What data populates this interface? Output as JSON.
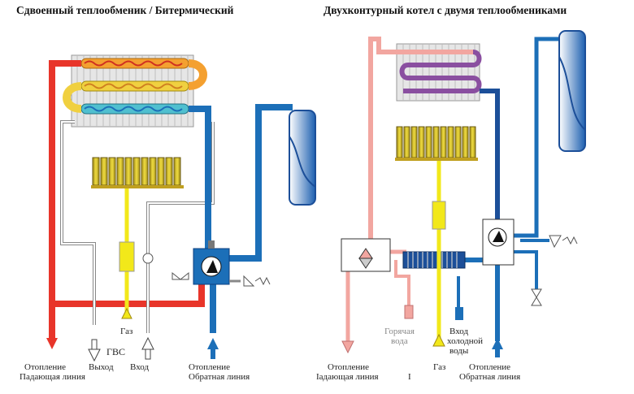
{
  "left": {
    "title": "Сдвоенный теплообменик / Битермический",
    "labels": {
      "heating": "Отопление",
      "supply_line": "Падающая линия",
      "dhw": "ГВС",
      "output": "Выход",
      "input": "Вход",
      "gas": "Газ",
      "heating_return": "Отопление",
      "return_line": "Обратная линия"
    }
  },
  "right": {
    "title": "Двухконтурный котел с двумя теплообмениками",
    "labels": {
      "heating": "Отопление",
      "supply_line": "Iадающая линия",
      "hot_water": "Горячая",
      "hot_water_2": "вода",
      "gas": "Газ",
      "cold_in": "Вход",
      "cold_in_2": "холодной",
      "cold_in_3": "воды",
      "heating_return": "Отопление",
      "return_line": "Обратная линия",
      "stray": "I"
    }
  },
  "colors": {
    "hot": "#e8352a",
    "cold_blue": "#1c6fb8",
    "pink": "#f2a6a0",
    "gas": "#f2e81a",
    "dark_blue": "#1a4f99",
    "purple": "#8a4fa0",
    "orange": "#f4a030"
  }
}
